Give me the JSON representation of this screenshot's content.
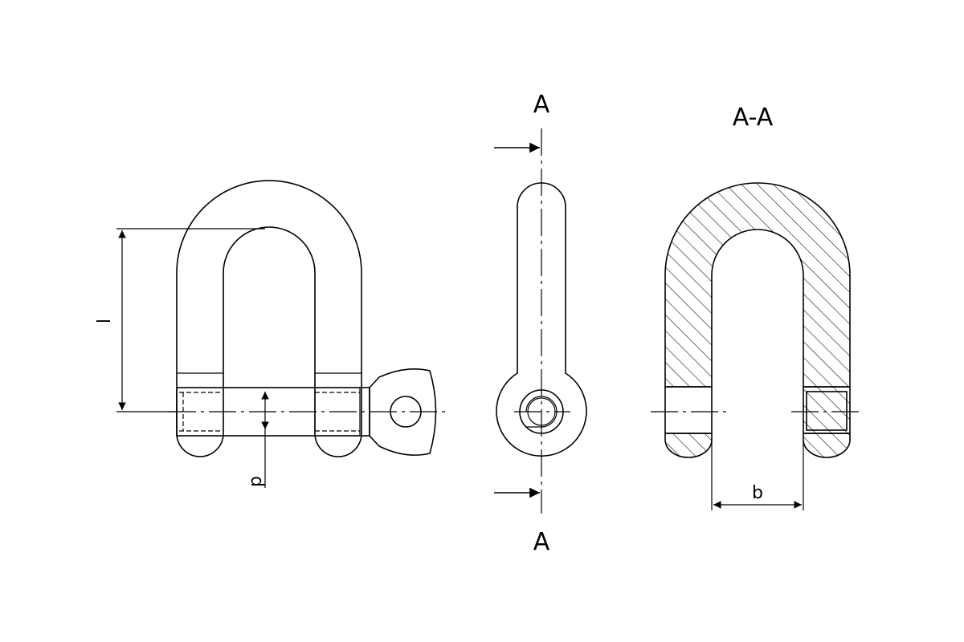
{
  "labels": {
    "section_top": "A",
    "section_bottom": "A",
    "section_title": "A-A",
    "dim_l": "l",
    "dim_d": "d",
    "dim_b": "b"
  },
  "colors": {
    "line": "#000000",
    "background": "#ffffff"
  }
}
